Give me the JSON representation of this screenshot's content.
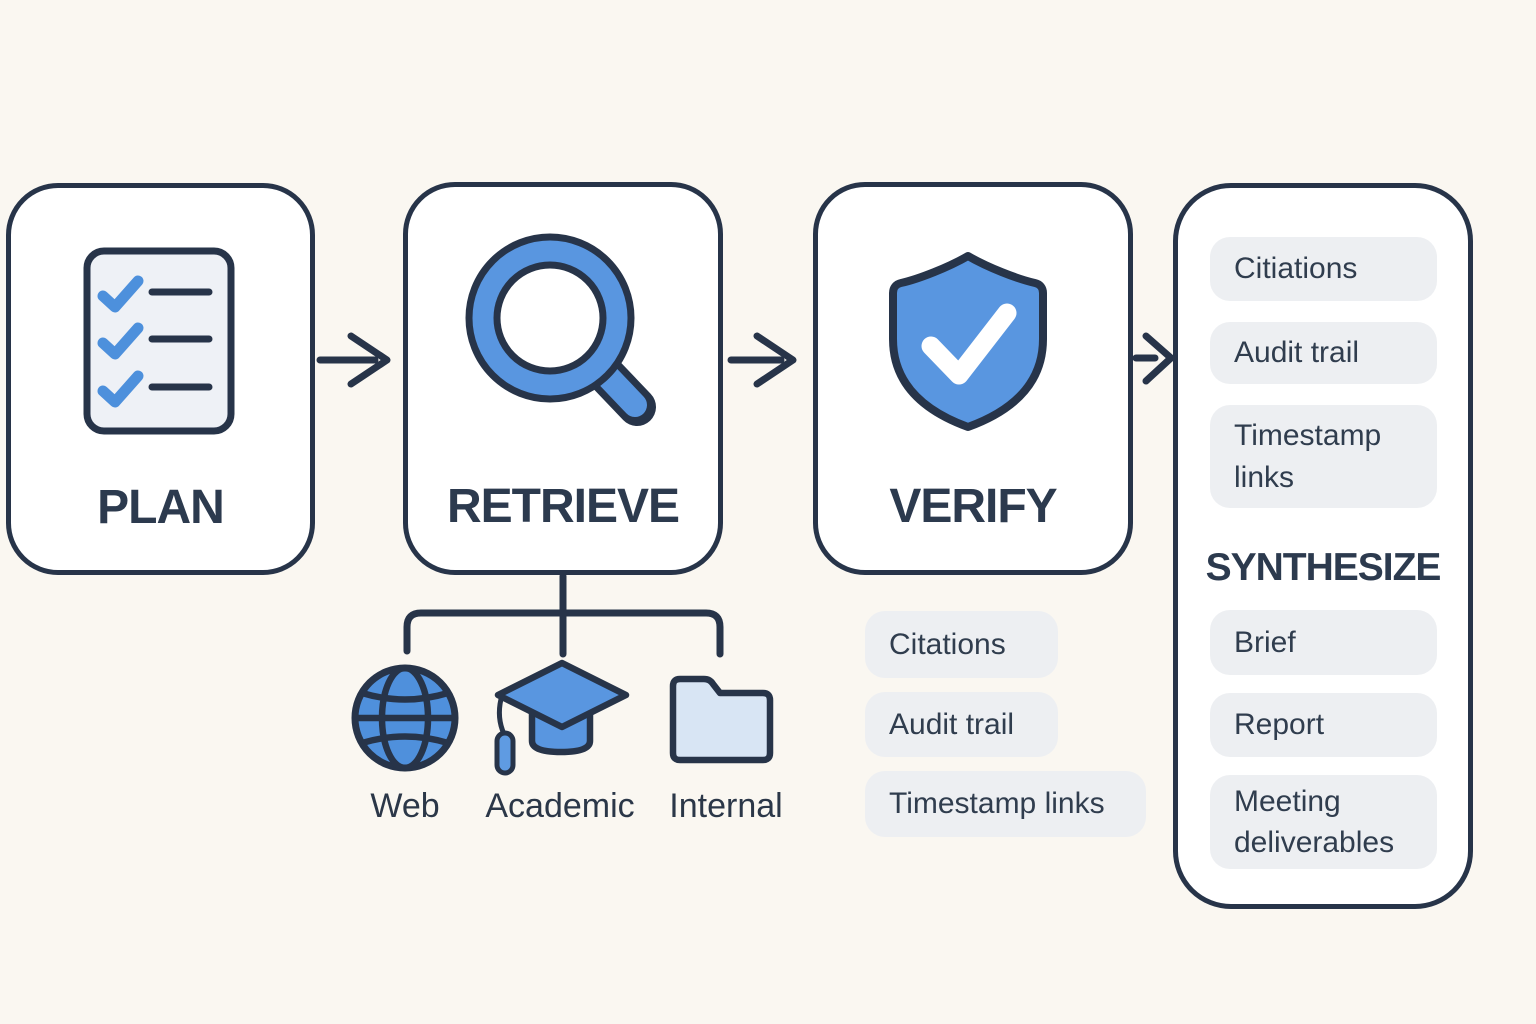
{
  "steps": [
    {
      "label": "PLAN",
      "icon": "checklist-icon"
    },
    {
      "label": "RETRIEVE",
      "icon": "search-magnifier-icon"
    },
    {
      "label": "VERIFY",
      "icon": "shield-check-icon"
    }
  ],
  "retrieve_sources": [
    {
      "label": "Web",
      "icon": "globe-icon"
    },
    {
      "label": "Academic",
      "icon": "graduation-cap-icon"
    },
    {
      "label": "Internal",
      "icon": "folder-icon"
    }
  ],
  "verify_outputs": {
    "chips": [
      "Citations",
      "Audit trail",
      "Timestamp links"
    ]
  },
  "synthesize": {
    "title": "SYNTHESIZE",
    "input_chips": [
      "Citiations",
      "Audit trail",
      "Timestamp links"
    ],
    "output_chips": [
      "Brief",
      "Report",
      "Meeting deliverables"
    ]
  },
  "colors": {
    "background": "#faf7f1",
    "stroke_navy": "#273449",
    "accent_blue": "#5996e0",
    "light_blue_fill": "#d8e5f4",
    "paper_fill": "#eef1f6",
    "chip_background": "#edeff2",
    "card_background": "#ffffff",
    "title_text": "#2c3a4e"
  }
}
